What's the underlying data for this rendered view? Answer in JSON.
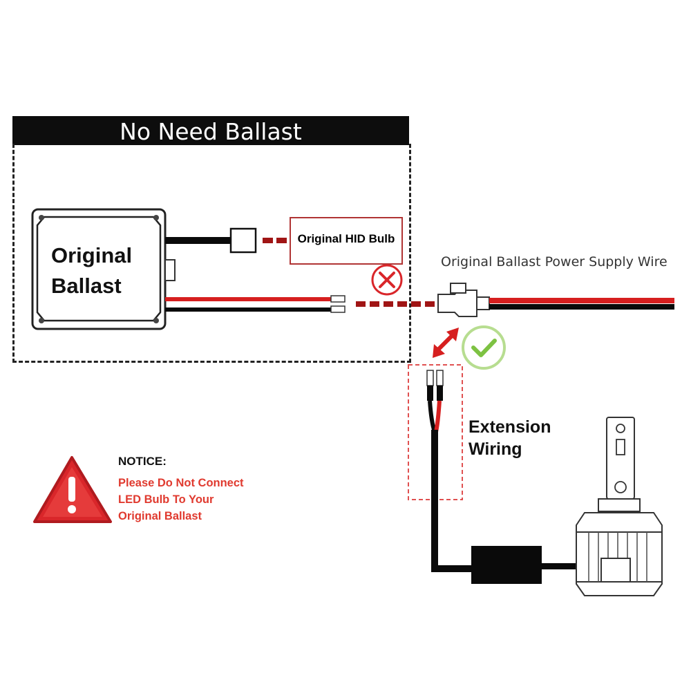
{
  "header": {
    "title": "No Need Ballast"
  },
  "ballast": {
    "line1": "Original",
    "line2": "Ballast"
  },
  "hid_bulb": {
    "label": "Original HID Bulb"
  },
  "power_wire": {
    "label": "Original Ballast Power Supply Wire"
  },
  "extension": {
    "line1": "Extension",
    "line2": "Wiring"
  },
  "notice": {
    "title": "NOTICE:",
    "line1": "Please Do Not Connect",
    "line2": "LED Bulb To Your",
    "line3": "Original Ballast"
  },
  "colors": {
    "wire_red": "#d61f1f",
    "dash_red": "#a01515",
    "notice_red": "#e03a2f",
    "check_green": "#7dc242",
    "warning_red": "#d9262a"
  },
  "icons": [
    "cross-icon",
    "check-icon",
    "warning-icon",
    "double-arrow-icon"
  ]
}
